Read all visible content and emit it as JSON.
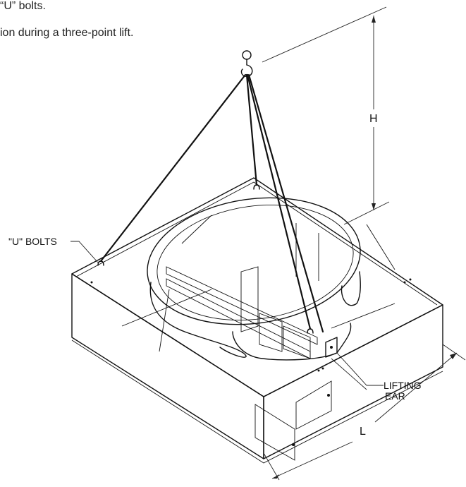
{
  "captions": {
    "line1": "“U” bolts.",
    "line2": "ion during a three-point lift."
  },
  "labels": {
    "u_bolts": "\"U\" BOLTS",
    "lifting_ear_line1": "LIFTING",
    "lifting_ear_line2": "EAR",
    "height_dim": "H",
    "length_dim": "L"
  },
  "colors": {
    "line": "#111111",
    "background": "#ffffff",
    "panel_shade": "#f4f4f4"
  }
}
